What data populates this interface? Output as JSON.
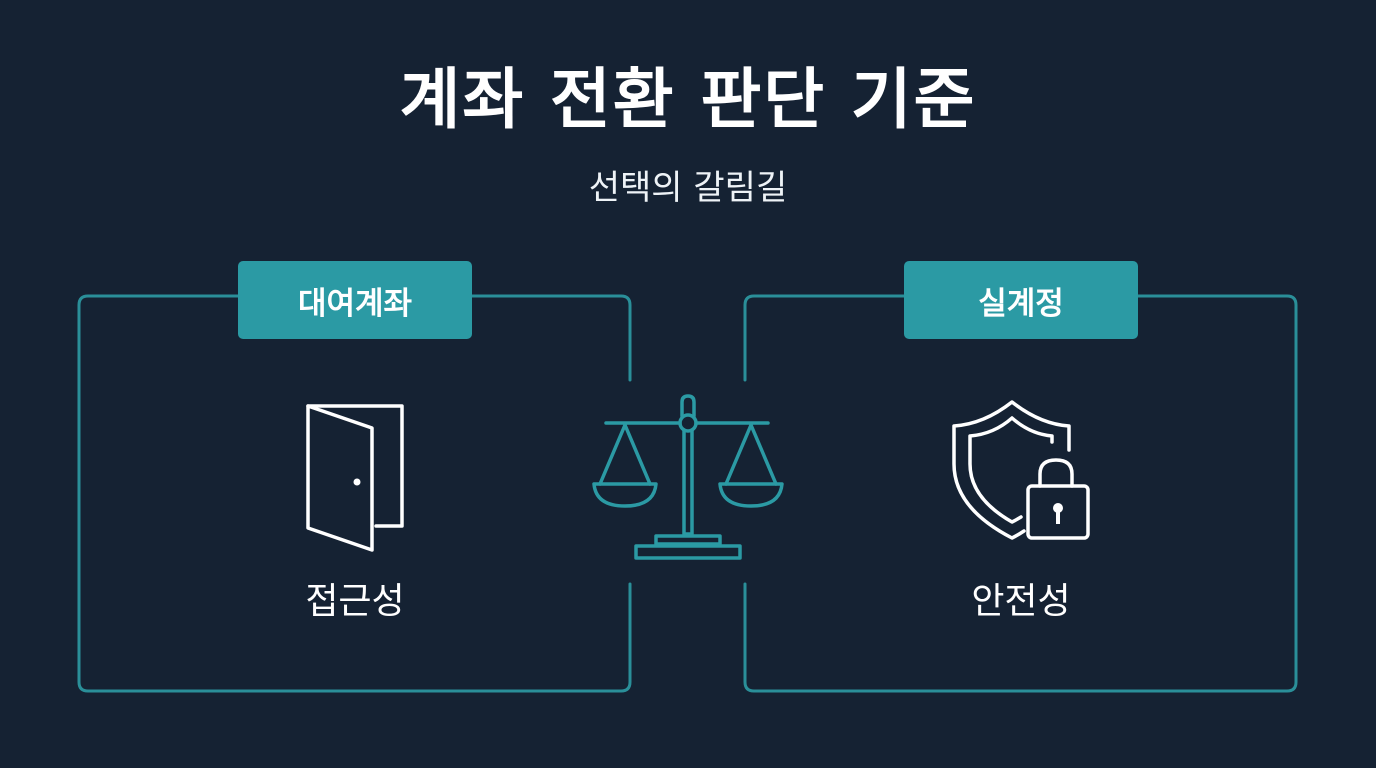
{
  "title": "계좌 전환 판단 기준",
  "subtitle": "선택의 갈림길",
  "colors": {
    "background": "#152233",
    "accent": "#2b9aa4",
    "frame_line": "#2a8f99",
    "icon_line": "#ffffff"
  },
  "left_panel": {
    "tab_label": "대여계좌",
    "icon": "open-door-icon",
    "caption": "접근성"
  },
  "center": {
    "icon": "balance-scale-icon"
  },
  "right_panel": {
    "tab_label": "실계정",
    "icon": "shield-lock-icon",
    "caption": "안전성"
  }
}
